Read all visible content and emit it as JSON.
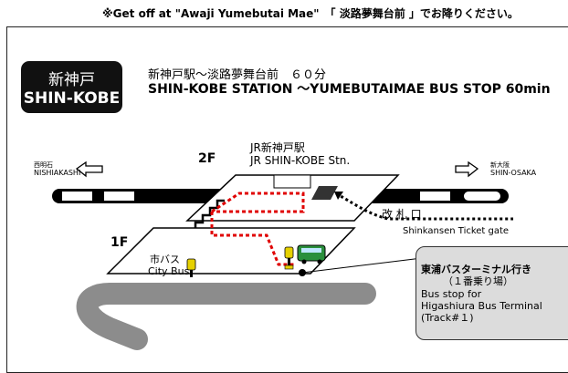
{
  "notice": "※Get off at \"Awaji Yumebutai Mae\"　「 淡路夢舞台前 」でお降りください。",
  "badge": {
    "jp": "新神戸",
    "en": "SHIN-KOBE"
  },
  "route": {
    "jp": "新神戸駅～淡路夢舞台前　６０分",
    "en": "SHIN-KOBE STATION ～YUMEBUTAIMAE BUS STOP 60min"
  },
  "floors": {
    "second": "2F",
    "first": "1F"
  },
  "station": {
    "jp": "JR新神戸駅",
    "en": "JR SHIN-KOBE Stn."
  },
  "directions": {
    "west": {
      "jp": "西明石",
      "en": "NISHIAKASHI"
    },
    "east": {
      "jp": "新大阪",
      "en": "SHIN-OSAKA"
    }
  },
  "gate": {
    "jp": "改 札 口",
    "en": "Shinkansen Ticket gate"
  },
  "city_bus": {
    "jp": "市バス",
    "en": "City Bus"
  },
  "bus_stop_info": {
    "title": "東浦バスターミナル行き",
    "track_jp": "（１番乗り場）",
    "line1": "Bus stop for",
    "line2": "Higashiura Bus Terminal",
    "line3": "(Track#１)"
  },
  "colors": {
    "route_red": "#e00000",
    "route_black": "#000000",
    "panel_gray": "#dcdcdc",
    "road_gray": "#8c8c8c",
    "bus_green": "#2a8f3c",
    "stop_yellow": "#e6d100"
  },
  "icons": [
    "arrow-left-icon",
    "arrow-right-icon",
    "bus-stop-sign-icon",
    "bus-icon",
    "stairs-icon"
  ]
}
